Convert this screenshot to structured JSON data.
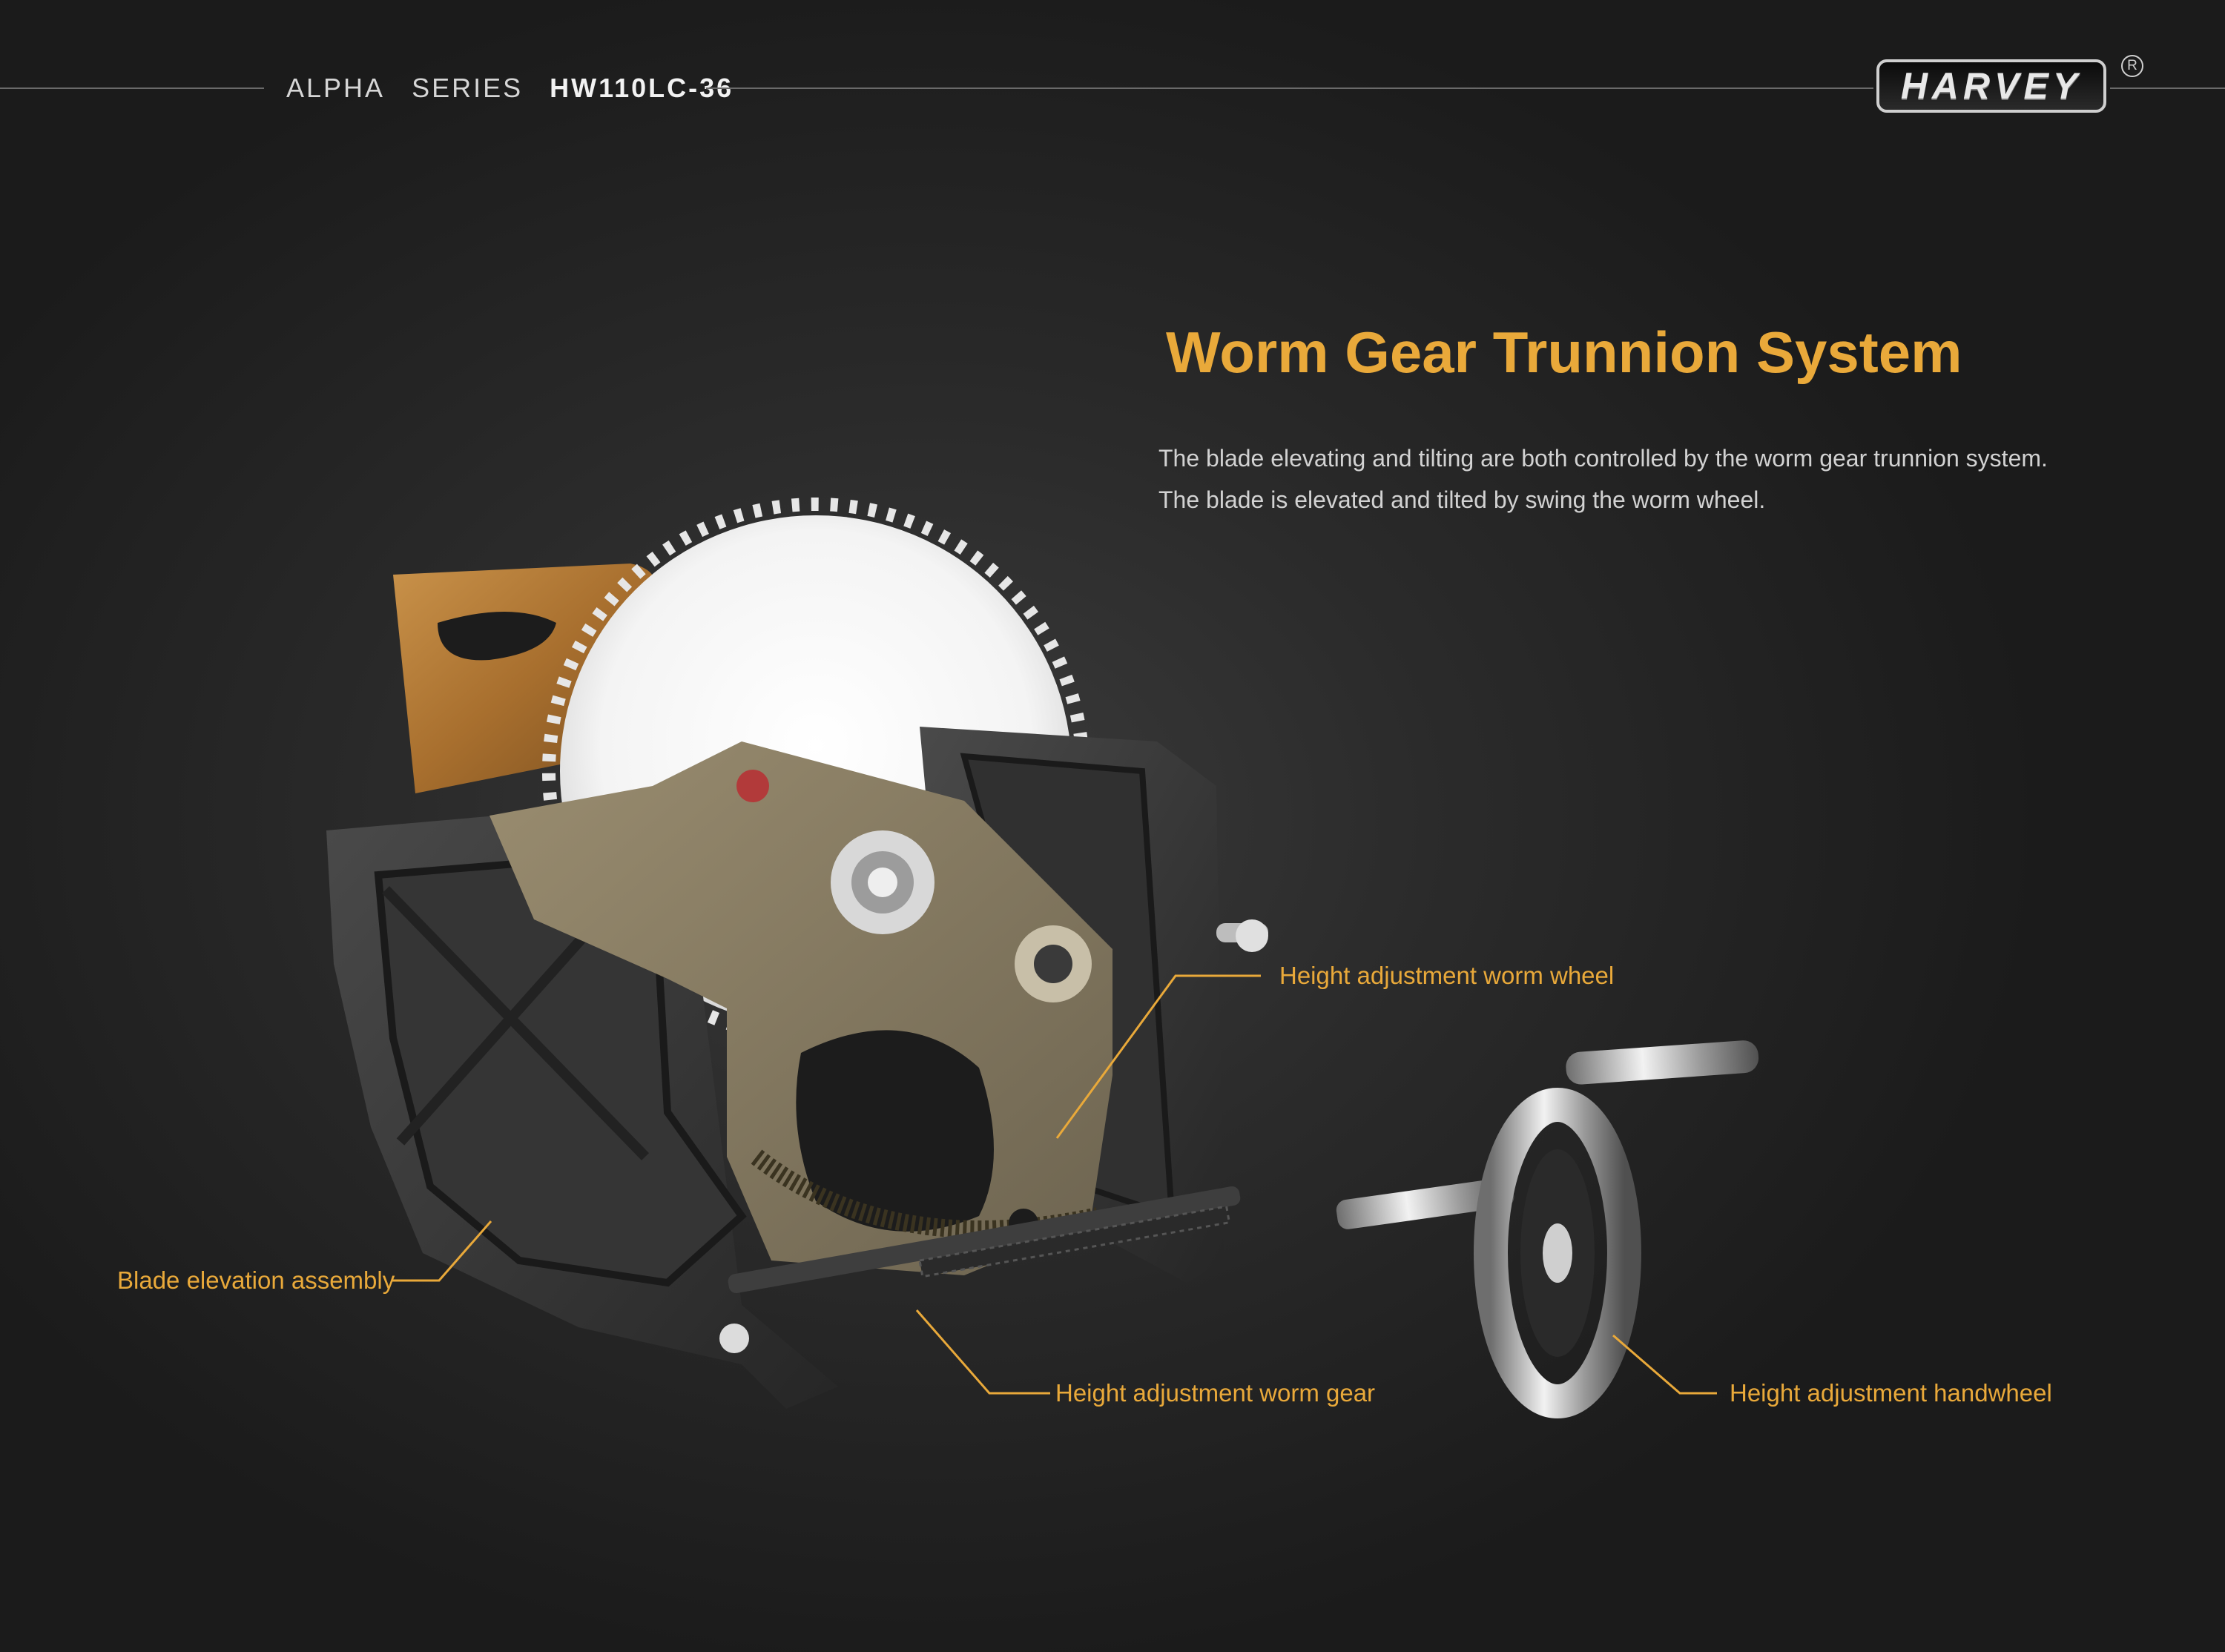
{
  "header": {
    "series_word1": "ALPHA",
    "series_word2": "SERIES",
    "model": "HW110LC-36",
    "logo": "HARVEY",
    "registered_mark": "R"
  },
  "title": "Worm Gear Trunnion System",
  "description": [
    "The blade elevating and tilting are both controlled by the worm gear trunnion system.",
    "The blade is elevated and tilted by swing the worm wheel."
  ],
  "callouts": {
    "worm_wheel": "Height adjustment worm wheel",
    "blade_assembly": "Blade elevation assembly",
    "worm_gear": "Height adjustment worm gear",
    "handwheel": "Height adjustment handwheel"
  },
  "colors": {
    "accent": "#e9a93a",
    "background": "#2b2b2b",
    "text": "#d2d2d2"
  }
}
